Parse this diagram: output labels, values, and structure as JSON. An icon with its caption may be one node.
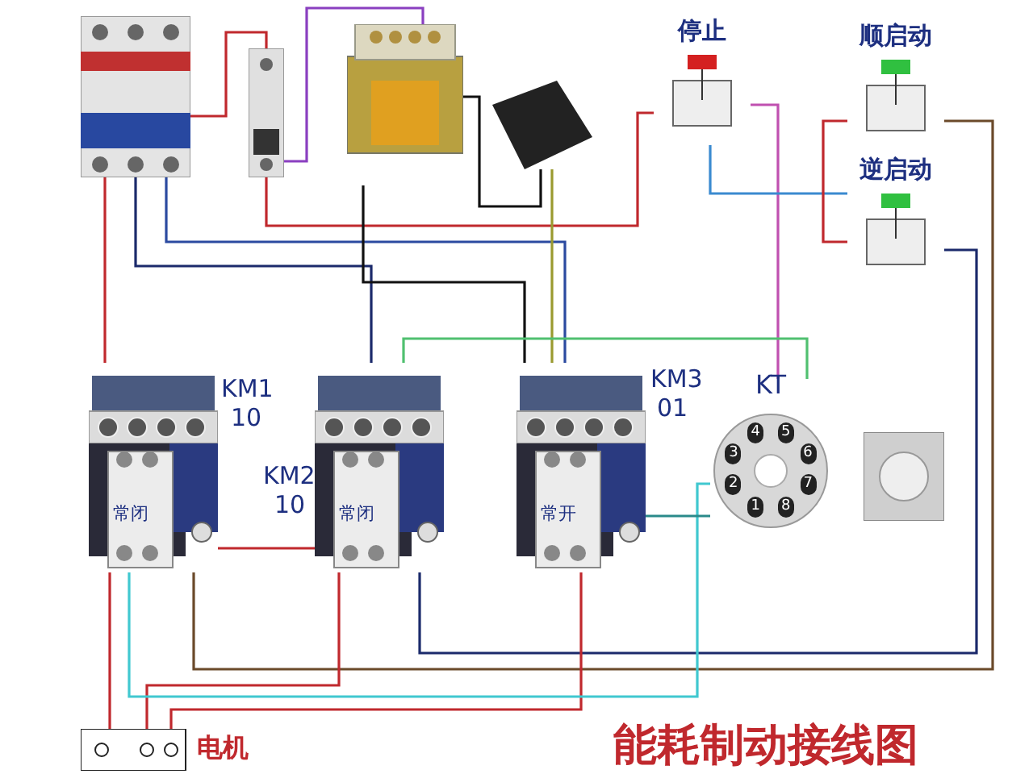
{
  "diagram": {
    "title": "能耗制动接线图",
    "nodes": [
      {
        "text": [],
        "shape": "picture"
      },
      {
        "text": [],
        "shape": "picture"
      },
      {
        "text": [],
        "shape": "picture"
      },
      {
        "text": [],
        "shape": "picture"
      },
      {
        "text": [
          "停止"
        ]
      },
      {
        "text": [
          "顺启动"
        ]
      },
      {
        "text": [
          "逆启动"
        ]
      },
      {
        "text": [
          "常闭"
        ],
        "beside": [
          "KM1",
          "10"
        ]
      },
      {
        "text": [
          "常闭"
        ],
        "beside": [
          "KM2",
          "10"
        ]
      },
      {
        "text": [
          "常开"
        ],
        "beside": [
          "KM3",
          "01"
        ]
      },
      {
        "text": [
          "KT",
          "4",
          "5",
          "3",
          "6",
          "2",
          "7",
          "1",
          "8"
        ]
      },
      {
        "text": [],
        "shape": "picture"
      },
      {
        "text": [
          "电机"
        ]
      }
    ],
    "edges": [
      {
        "from": 0,
        "to": 7,
        "arrow": "none",
        "color": "#c0282d"
      },
      {
        "from": 0,
        "to": 8,
        "arrow": "none",
        "color": "#1b2a6b"
      },
      {
        "from": 0,
        "to": 9,
        "arrow": "none",
        "color": "#2b4aa0"
      },
      {
        "from": 0,
        "to": 1,
        "arrow": "none",
        "color": "#c0282d"
      },
      {
        "from": 1,
        "to": 4,
        "arrow": "none",
        "color": "#c0282d"
      },
      {
        "from": 1,
        "to": 2,
        "arrow": "none",
        "color": "#8a3fc0"
      },
      {
        "from": 2,
        "to": 3,
        "arrow": "none",
        "color": "#111111"
      },
      {
        "from": 2,
        "to": 9,
        "arrow": "none",
        "color": "#111111"
      },
      {
        "from": 3,
        "to": 9,
        "arrow": "none",
        "color": "#9a9a30"
      },
      {
        "from": 4,
        "to": 10,
        "arrow": "none",
        "color": "#c050b0"
      },
      {
        "from": 4,
        "to": 6,
        "arrow": "none",
        "color": "#3a8ad0"
      },
      {
        "from": 5,
        "to": 7,
        "arrow": "none",
        "color": "#6b4a2a"
      },
      {
        "from": 6,
        "to": 8,
        "arrow": "none",
        "color": "#1b2a6b"
      },
      {
        "from": 5,
        "to": 6,
        "arrow": "none",
        "color": "#c0282d"
      },
      {
        "from": 7,
        "to": 12,
        "arrow": "none",
        "color": "#c0282d"
      },
      {
        "from": 8,
        "to": 12,
        "arrow": "none",
        "color": "#c0282d"
      },
      {
        "from": 9,
        "to": 12,
        "arrow": "none",
        "color": "#c0282d"
      },
      {
        "from": 7,
        "to": 10,
        "arrow": "none",
        "color": "#40c8d0"
      },
      {
        "from": 9,
        "to": 10,
        "arrow": "none",
        "color": "#2a8a8a"
      },
      {
        "from": 10,
        "to": 8,
        "arrow": "none",
        "color": "#50c070"
      },
      {
        "from": 7,
        "to": 8,
        "arrow": "none",
        "color": "#c0282d"
      }
    ]
  }
}
